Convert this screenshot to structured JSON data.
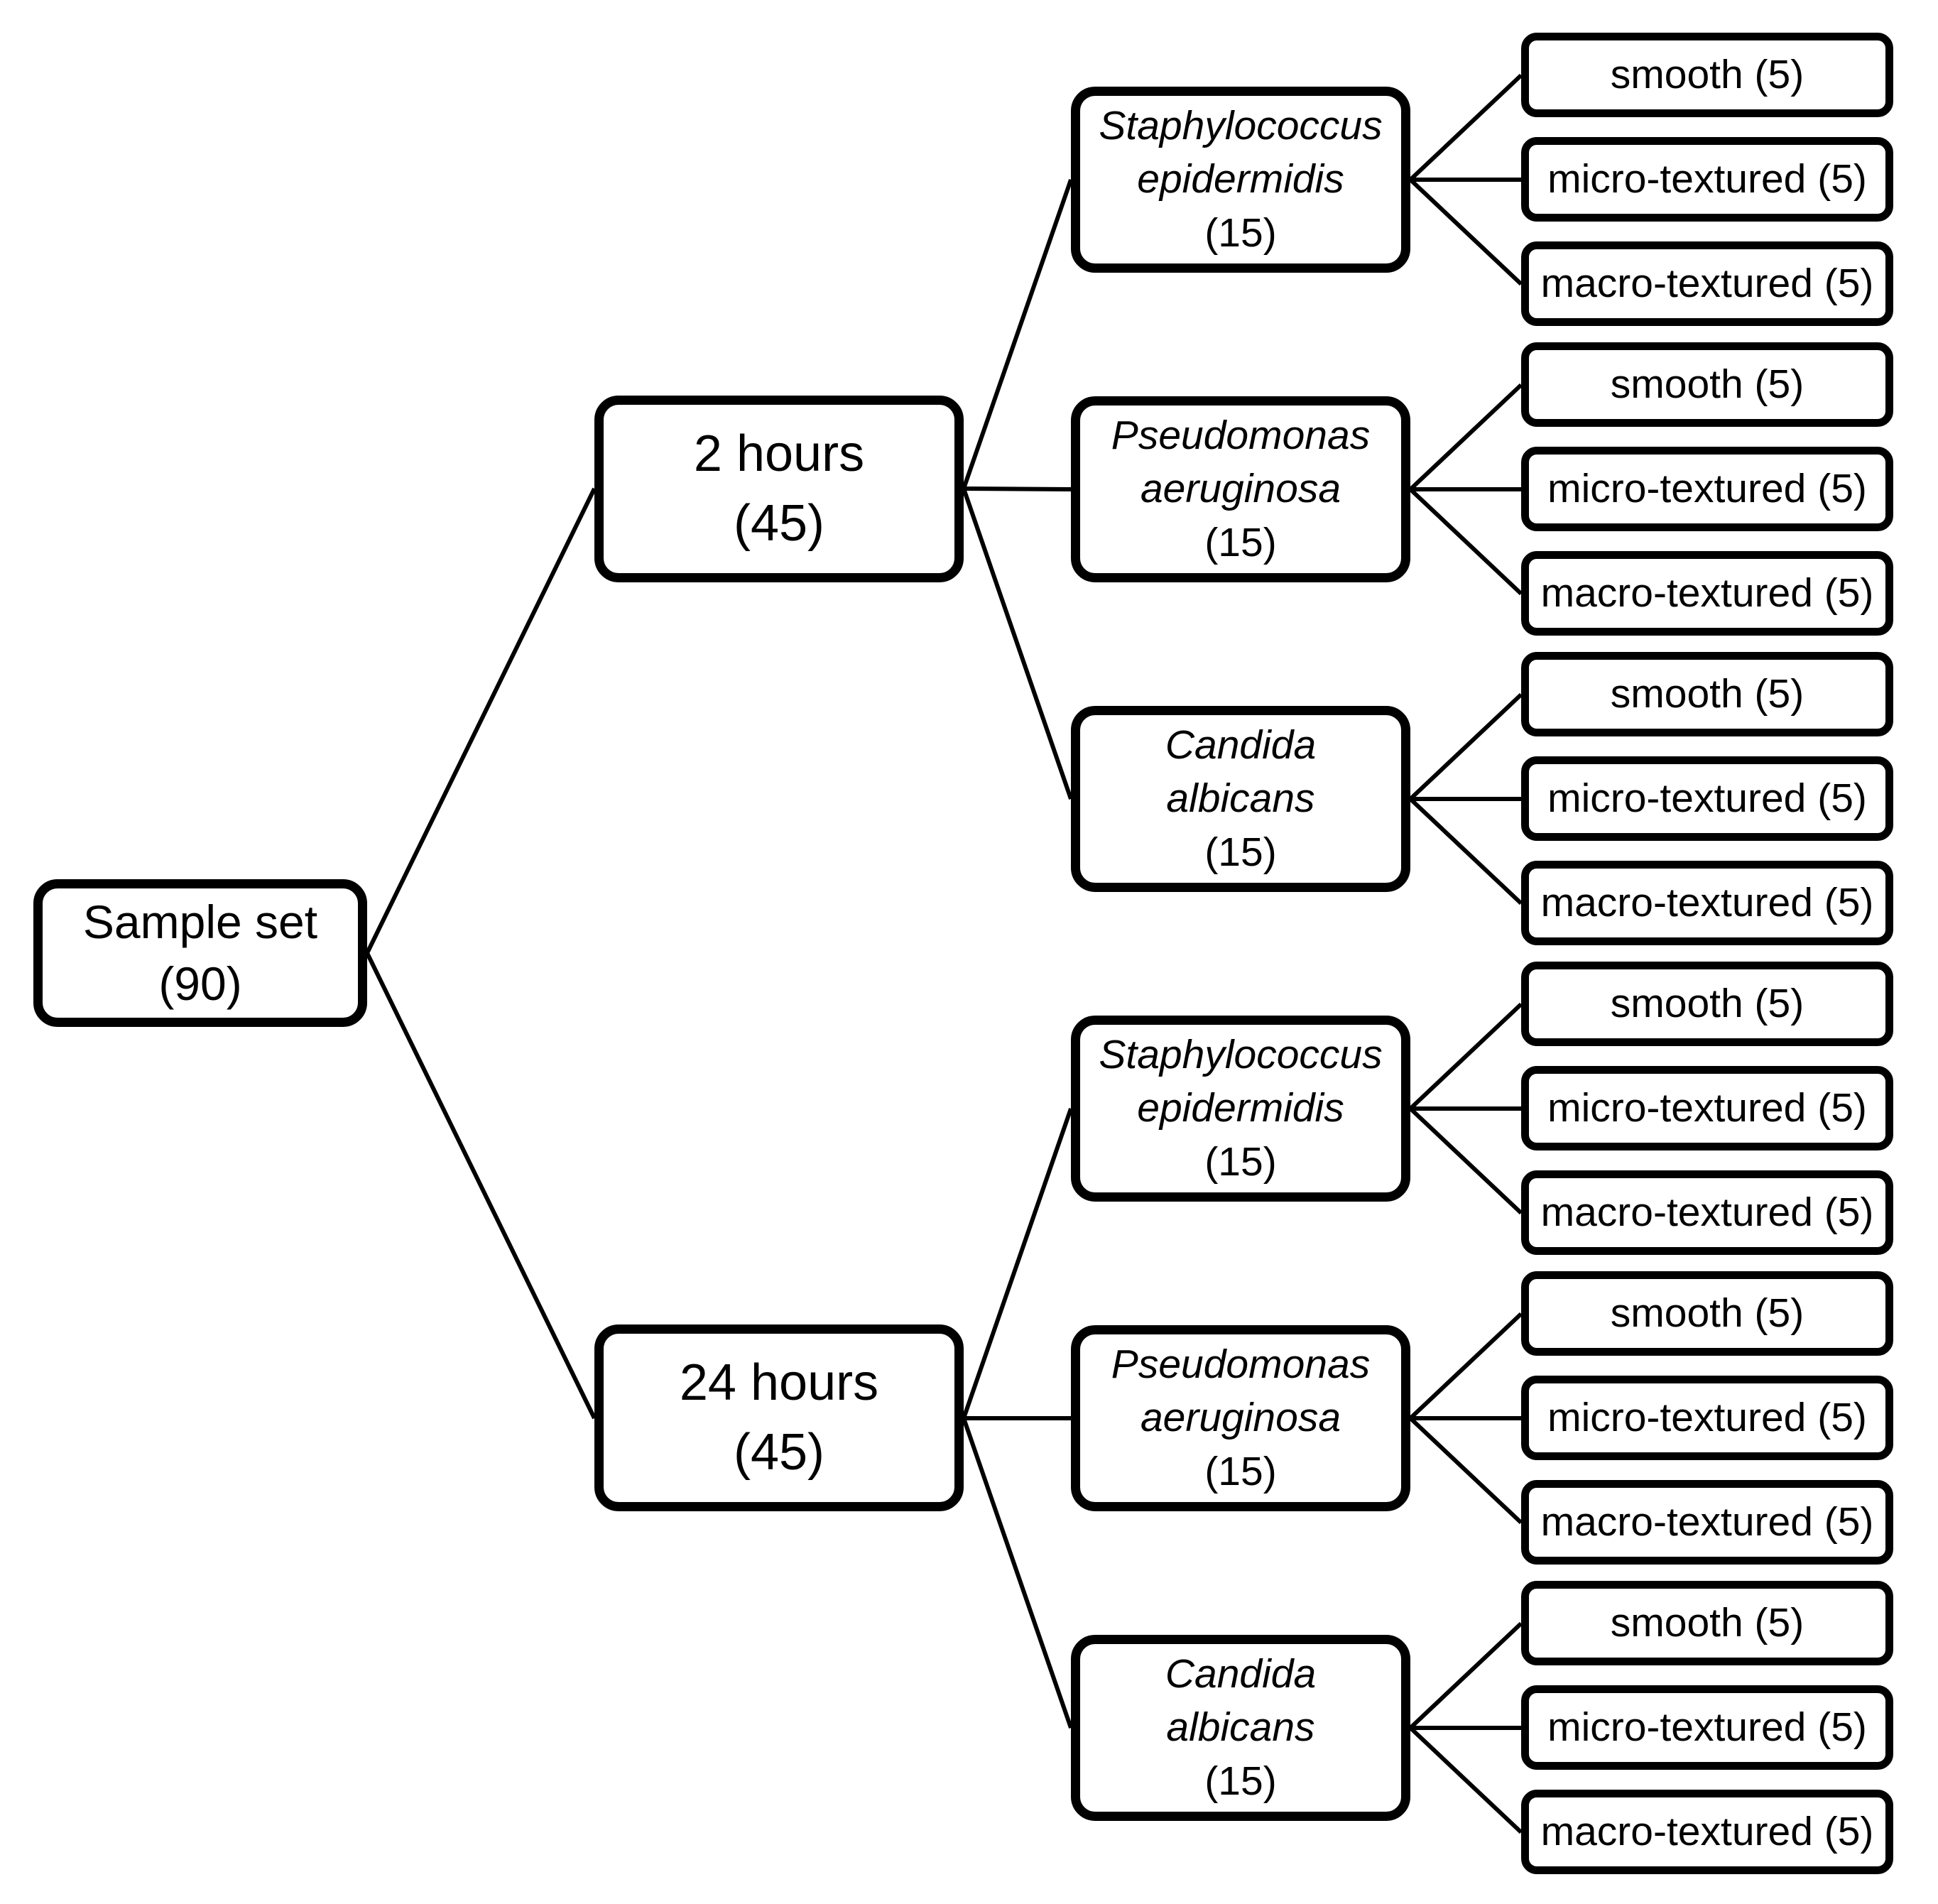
{
  "tree": {
    "root": {
      "label": "Sample set",
      "count": "(90)"
    },
    "branches": [
      {
        "label": "2 hours",
        "count": "(45)",
        "species": [
          {
            "line1": "Staphylococcus",
            "line2": "epidermidis",
            "count": "(15)",
            "textures": [
              "smooth (5)",
              "micro-textured (5)",
              "macro-textured (5)"
            ]
          },
          {
            "line1": "Pseudomonas",
            "line2": "aeruginosa",
            "count": "(15)",
            "textures": [
              "smooth (5)",
              "micro-textured (5)",
              "macro-textured (5)"
            ]
          },
          {
            "line1": "Candida",
            "line2": "albicans",
            "count": "(15)",
            "textures": [
              "smooth (5)",
              "micro-textured (5)",
              "macro-textured (5)"
            ]
          }
        ]
      },
      {
        "label": "24 hours",
        "count": "(45)",
        "species": [
          {
            "line1": "Staphylococcus",
            "line2": "epidermidis",
            "count": "(15)",
            "textures": [
              "smooth (5)",
              "micro-textured (5)",
              "macro-textured (5)"
            ]
          },
          {
            "line1": "Pseudomonas",
            "line2": "aeruginosa",
            "count": "(15)",
            "textures": [
              "smooth (5)",
              "micro-textured (5)",
              "macro-textured (5)"
            ]
          },
          {
            "line1": "Candida",
            "line2": "albicans",
            "count": "(15)",
            "textures": [
              "smooth (5)",
              "micro-textured (5)",
              "macro-textured (5)"
            ]
          }
        ]
      }
    ]
  },
  "colors": {
    "box_border": "#000000",
    "box_fill": "#ffffff",
    "text": "#000000",
    "background": "#ffffff"
  }
}
